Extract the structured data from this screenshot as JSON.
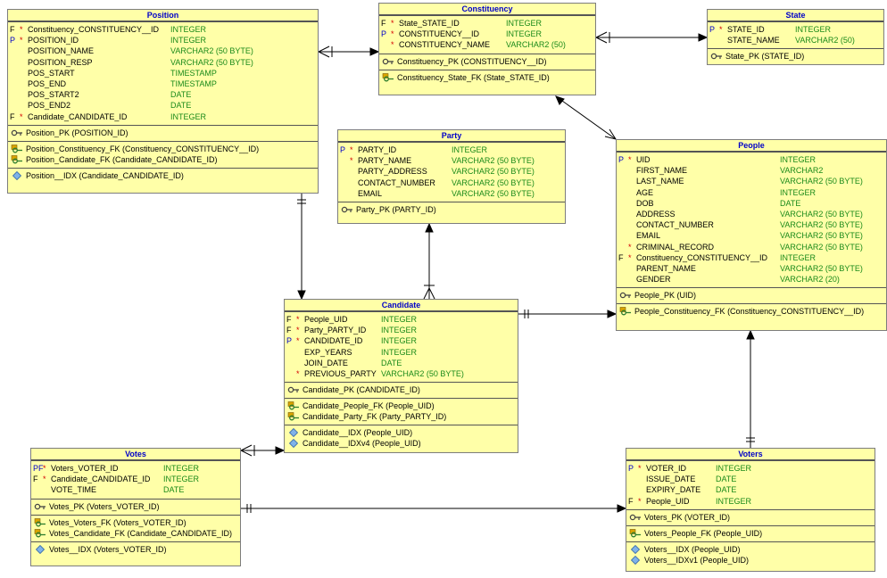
{
  "entities": {
    "position": {
      "name": "Position",
      "columns": [
        {
          "flag": "F",
          "star": "*",
          "name": "Constituency_CONSTITUENCY__ID",
          "type": "INTEGER"
        },
        {
          "flag": "P",
          "star": "*",
          "name": "POSITION_ID",
          "type": "INTEGER"
        },
        {
          "flag": "",
          "star": "",
          "name": "POSITION_NAME",
          "type": "VARCHAR2 (50 BYTE)"
        },
        {
          "flag": "",
          "star": "",
          "name": "POSITION_RESP",
          "type": "VARCHAR2 (50 BYTE)"
        },
        {
          "flag": "",
          "star": "",
          "name": "POS_START",
          "type": "TIMESTAMP"
        },
        {
          "flag": "",
          "star": "",
          "name": "POS_END",
          "type": "TIMESTAMP"
        },
        {
          "flag": "",
          "star": "",
          "name": "POS_START2",
          "type": "DATE"
        },
        {
          "flag": "",
          "star": "",
          "name": "POS_END2",
          "type": "DATE"
        },
        {
          "flag": "F",
          "star": "*",
          "name": "Candidate_CANDIDATE_ID",
          "type": "INTEGER"
        }
      ],
      "pk": [
        "Position_PK (POSITION_ID)"
      ],
      "fk": [
        "Position_Constituency_FK (Constituency_CONSTITUENCY__ID)",
        "Position_Candidate_FK (Candidate_CANDIDATE_ID)"
      ],
      "idx": [
        "Position__IDX (Candidate_CANDIDATE_ID)"
      ]
    },
    "constituency": {
      "name": "Constituency",
      "columns": [
        {
          "flag": "F",
          "star": "*",
          "name": "State_STATE_ID",
          "type": "INTEGER"
        },
        {
          "flag": "P",
          "star": "*",
          "name": "CONSTITUENCY__ID",
          "type": "INTEGER"
        },
        {
          "flag": "",
          "star": "*",
          "name": "CONSTITUENCY_NAME",
          "type": "VARCHAR2 (50)"
        }
      ],
      "pk": [
        "Constituency_PK (CONSTITUENCY__ID)"
      ],
      "fk": [
        "Constituency_State_FK (State_STATE_ID)"
      ],
      "idx": []
    },
    "state": {
      "name": "State",
      "columns": [
        {
          "flag": "P",
          "star": "*",
          "name": "STATE_ID",
          "type": "INTEGER"
        },
        {
          "flag": "",
          "star": "",
          "name": "STATE_NAME",
          "type": "VARCHAR2 (50)"
        }
      ],
      "pk": [
        "State_PK (STATE_ID)"
      ],
      "fk": [],
      "idx": []
    },
    "party": {
      "name": "Party",
      "columns": [
        {
          "flag": "P",
          "star": "*",
          "name": "PARTY_ID",
          "type": "INTEGER"
        },
        {
          "flag": "",
          "star": "*",
          "name": "PARTY_NAME",
          "type": "VARCHAR2 (50 BYTE)"
        },
        {
          "flag": "",
          "star": "",
          "name": "PARTY_ADDRESS",
          "type": "VARCHAR2 (50 BYTE)"
        },
        {
          "flag": "",
          "star": "",
          "name": "CONTACT_NUMBER",
          "type": "VARCHAR2 (50 BYTE)"
        },
        {
          "flag": "",
          "star": "",
          "name": "EMAIL",
          "type": "VARCHAR2 (50 BYTE)"
        }
      ],
      "pk": [
        "Party_PK (PARTY_ID)"
      ],
      "fk": [],
      "idx": []
    },
    "people": {
      "name": "People",
      "columns": [
        {
          "flag": "P",
          "star": "*",
          "name": "UID",
          "type": "INTEGER"
        },
        {
          "flag": "",
          "star": "",
          "name": "FIRST_NAME",
          "type": "VARCHAR2"
        },
        {
          "flag": "",
          "star": "",
          "name": "LAST_NAME",
          "type": "VARCHAR2 (50 BYTE)"
        },
        {
          "flag": "",
          "star": "",
          "name": "AGE",
          "type": "INTEGER"
        },
        {
          "flag": "",
          "star": "",
          "name": "DOB",
          "type": "DATE"
        },
        {
          "flag": "",
          "star": "",
          "name": "ADDRESS",
          "type": "VARCHAR2 (50 BYTE)"
        },
        {
          "flag": "",
          "star": "",
          "name": "CONTACT_NUMBER",
          "type": "VARCHAR2 (50 BYTE)"
        },
        {
          "flag": "",
          "star": "",
          "name": "EMAIL",
          "type": "VARCHAR2 (50 BYTE)"
        },
        {
          "flag": "",
          "star": "*",
          "name": "CRIMINAL_RECORD",
          "type": "VARCHAR2 (50 BYTE)"
        },
        {
          "flag": "F",
          "star": "*",
          "name": "Constituency_CONSTITUENCY__ID",
          "type": "INTEGER"
        },
        {
          "flag": "",
          "star": "",
          "name": "PARENT_NAME",
          "type": "VARCHAR2 (50 BYTE)"
        },
        {
          "flag": "",
          "star": "",
          "name": "GENDER",
          "type": "VARCHAR2 (20)"
        }
      ],
      "pk": [
        "People_PK (UID)"
      ],
      "fk": [
        "People_Constituency_FK (Constituency_CONSTITUENCY__ID)"
      ],
      "idx": []
    },
    "candidate": {
      "name": "Candidate",
      "columns": [
        {
          "flag": "F",
          "star": "*",
          "name": "People_UID",
          "type": "INTEGER"
        },
        {
          "flag": "F",
          "star": "*",
          "name": "Party_PARTY_ID",
          "type": "INTEGER"
        },
        {
          "flag": "P",
          "star": "*",
          "name": "CANDIDATE_ID",
          "type": "INTEGER"
        },
        {
          "flag": "",
          "star": "",
          "name": "EXP_YEARS",
          "type": "INTEGER"
        },
        {
          "flag": "",
          "star": "",
          "name": "JOIN_DATE",
          "type": "DATE"
        },
        {
          "flag": "",
          "star": "*",
          "name": "PREVIOUS_PARTY",
          "type": "VARCHAR2 (50 BYTE)"
        }
      ],
      "pk": [
        "Candidate_PK (CANDIDATE_ID)"
      ],
      "fk": [
        "Candidate_People_FK (People_UID)",
        "Candidate_Party_FK (Party_PARTY_ID)"
      ],
      "idx": [
        "Candidate__IDX (People_UID)",
        "Candidate__IDXv4 (People_UID)"
      ]
    },
    "votes": {
      "name": "Votes",
      "columns": [
        {
          "flag": "PF",
          "star": "*",
          "name": "Voters_VOTER_ID",
          "type": "INTEGER"
        },
        {
          "flag": "F",
          "star": "*",
          "name": "Candidate_CANDIDATE_ID",
          "type": "INTEGER"
        },
        {
          "flag": "",
          "star": "",
          "name": "VOTE_TIME",
          "type": "DATE"
        }
      ],
      "pk": [
        "Votes_PK (Voters_VOTER_ID)"
      ],
      "fk": [
        "Votes_Voters_FK (Voters_VOTER_ID)",
        "Votes_Candidate_FK (Candidate_CANDIDATE_ID)"
      ],
      "idx": [
        "Votes__IDX (Voters_VOTER_ID)"
      ]
    },
    "voters": {
      "name": "Voters",
      "columns": [
        {
          "flag": "P",
          "star": "*",
          "name": "VOTER_ID",
          "type": "INTEGER"
        },
        {
          "flag": "",
          "star": "",
          "name": "ISSUE_DATE",
          "type": "DATE"
        },
        {
          "flag": "",
          "star": "",
          "name": "EXPIRY_DATE",
          "type": "DATE"
        },
        {
          "flag": "F",
          "star": "*",
          "name": "People_UID",
          "type": "INTEGER"
        }
      ],
      "pk": [
        "Voters_PK (VOTER_ID)"
      ],
      "fk": [
        "Voters_People_FK (People_UID)"
      ],
      "idx": [
        "Voters__IDX (People_UID)",
        "Voters__IDXv1 (People_UID)"
      ]
    }
  },
  "colors": {
    "entity_fill": "#ffffa8",
    "title_text": "#0000c8",
    "type_text": "#1a8a1a",
    "mandatory_star": "#d40000",
    "primary_flag": "#0000c8",
    "connector": "#000000"
  },
  "icons": {
    "pk": "key-icon",
    "fk": "foreign-key-icon",
    "idx": "index-diamond-icon"
  }
}
